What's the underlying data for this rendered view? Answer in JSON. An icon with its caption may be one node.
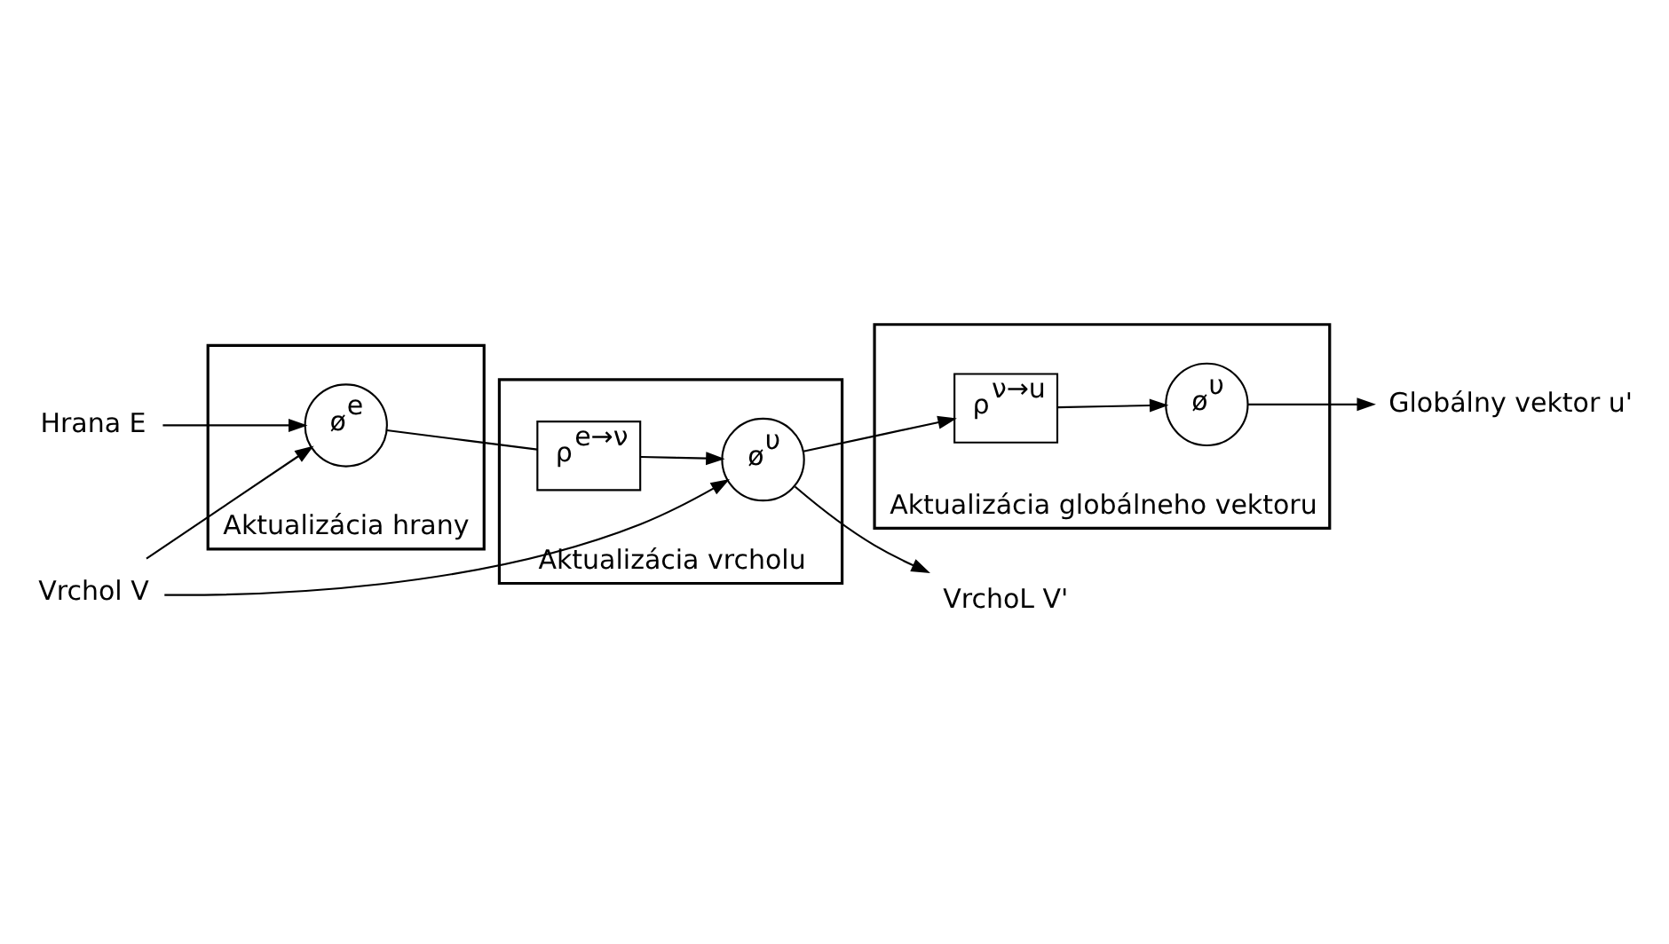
{
  "diagram": {
    "nodes": [
      {
        "text": [
          "Vrchol V"
        ]
      },
      {
        "text": [
          "Hrana E"
        ]
      },
      {
        "text": [
          "Aktualizácia hrany"
        ]
      },
      {
        "text": [
          "ø$^{e}$"
        ],
        "in": 2
      },
      {
        "text": [
          "Aktualizácia vrcholu"
        ]
      },
      {
        "text": [
          "ρ$^{e→ν}$"
        ],
        "in": 4
      },
      {
        "text": [
          "ø$^{υ}$"
        ],
        "in": 4
      },
      {
        "text": [
          "Aktualizácia globálneho vektoru"
        ]
      },
      {
        "text": [
          "ρ$^{ν→u}$"
        ],
        "in": 7
      },
      {
        "text": [
          "ø$^{υ}$"
        ],
        "in": 7
      },
      {
        "text": [
          "Globálny vektor u'"
        ]
      },
      {
        "text": [
          "VrchoL V'"
        ]
      }
    ],
    "edges": [
      {
        "from": 0,
        "to": 6,
        "arrow": "to"
      },
      {
        "from": 0,
        "to": 3,
        "arrow": "to"
      },
      {
        "from": 1,
        "to": 3,
        "arrow": "to"
      },
      {
        "from": 3,
        "to": 5,
        "arrow": "none"
      },
      {
        "from": 5,
        "to": 6,
        "arrow": "to"
      },
      {
        "from": 6,
        "to": 8,
        "arrow": "to"
      },
      {
        "from": 8,
        "to": 9,
        "arrow": "to"
      },
      {
        "from": 9,
        "to": 10,
        "arrow": "to"
      },
      {
        "from": 6,
        "to": 11,
        "arrow": "to"
      }
    ]
  }
}
